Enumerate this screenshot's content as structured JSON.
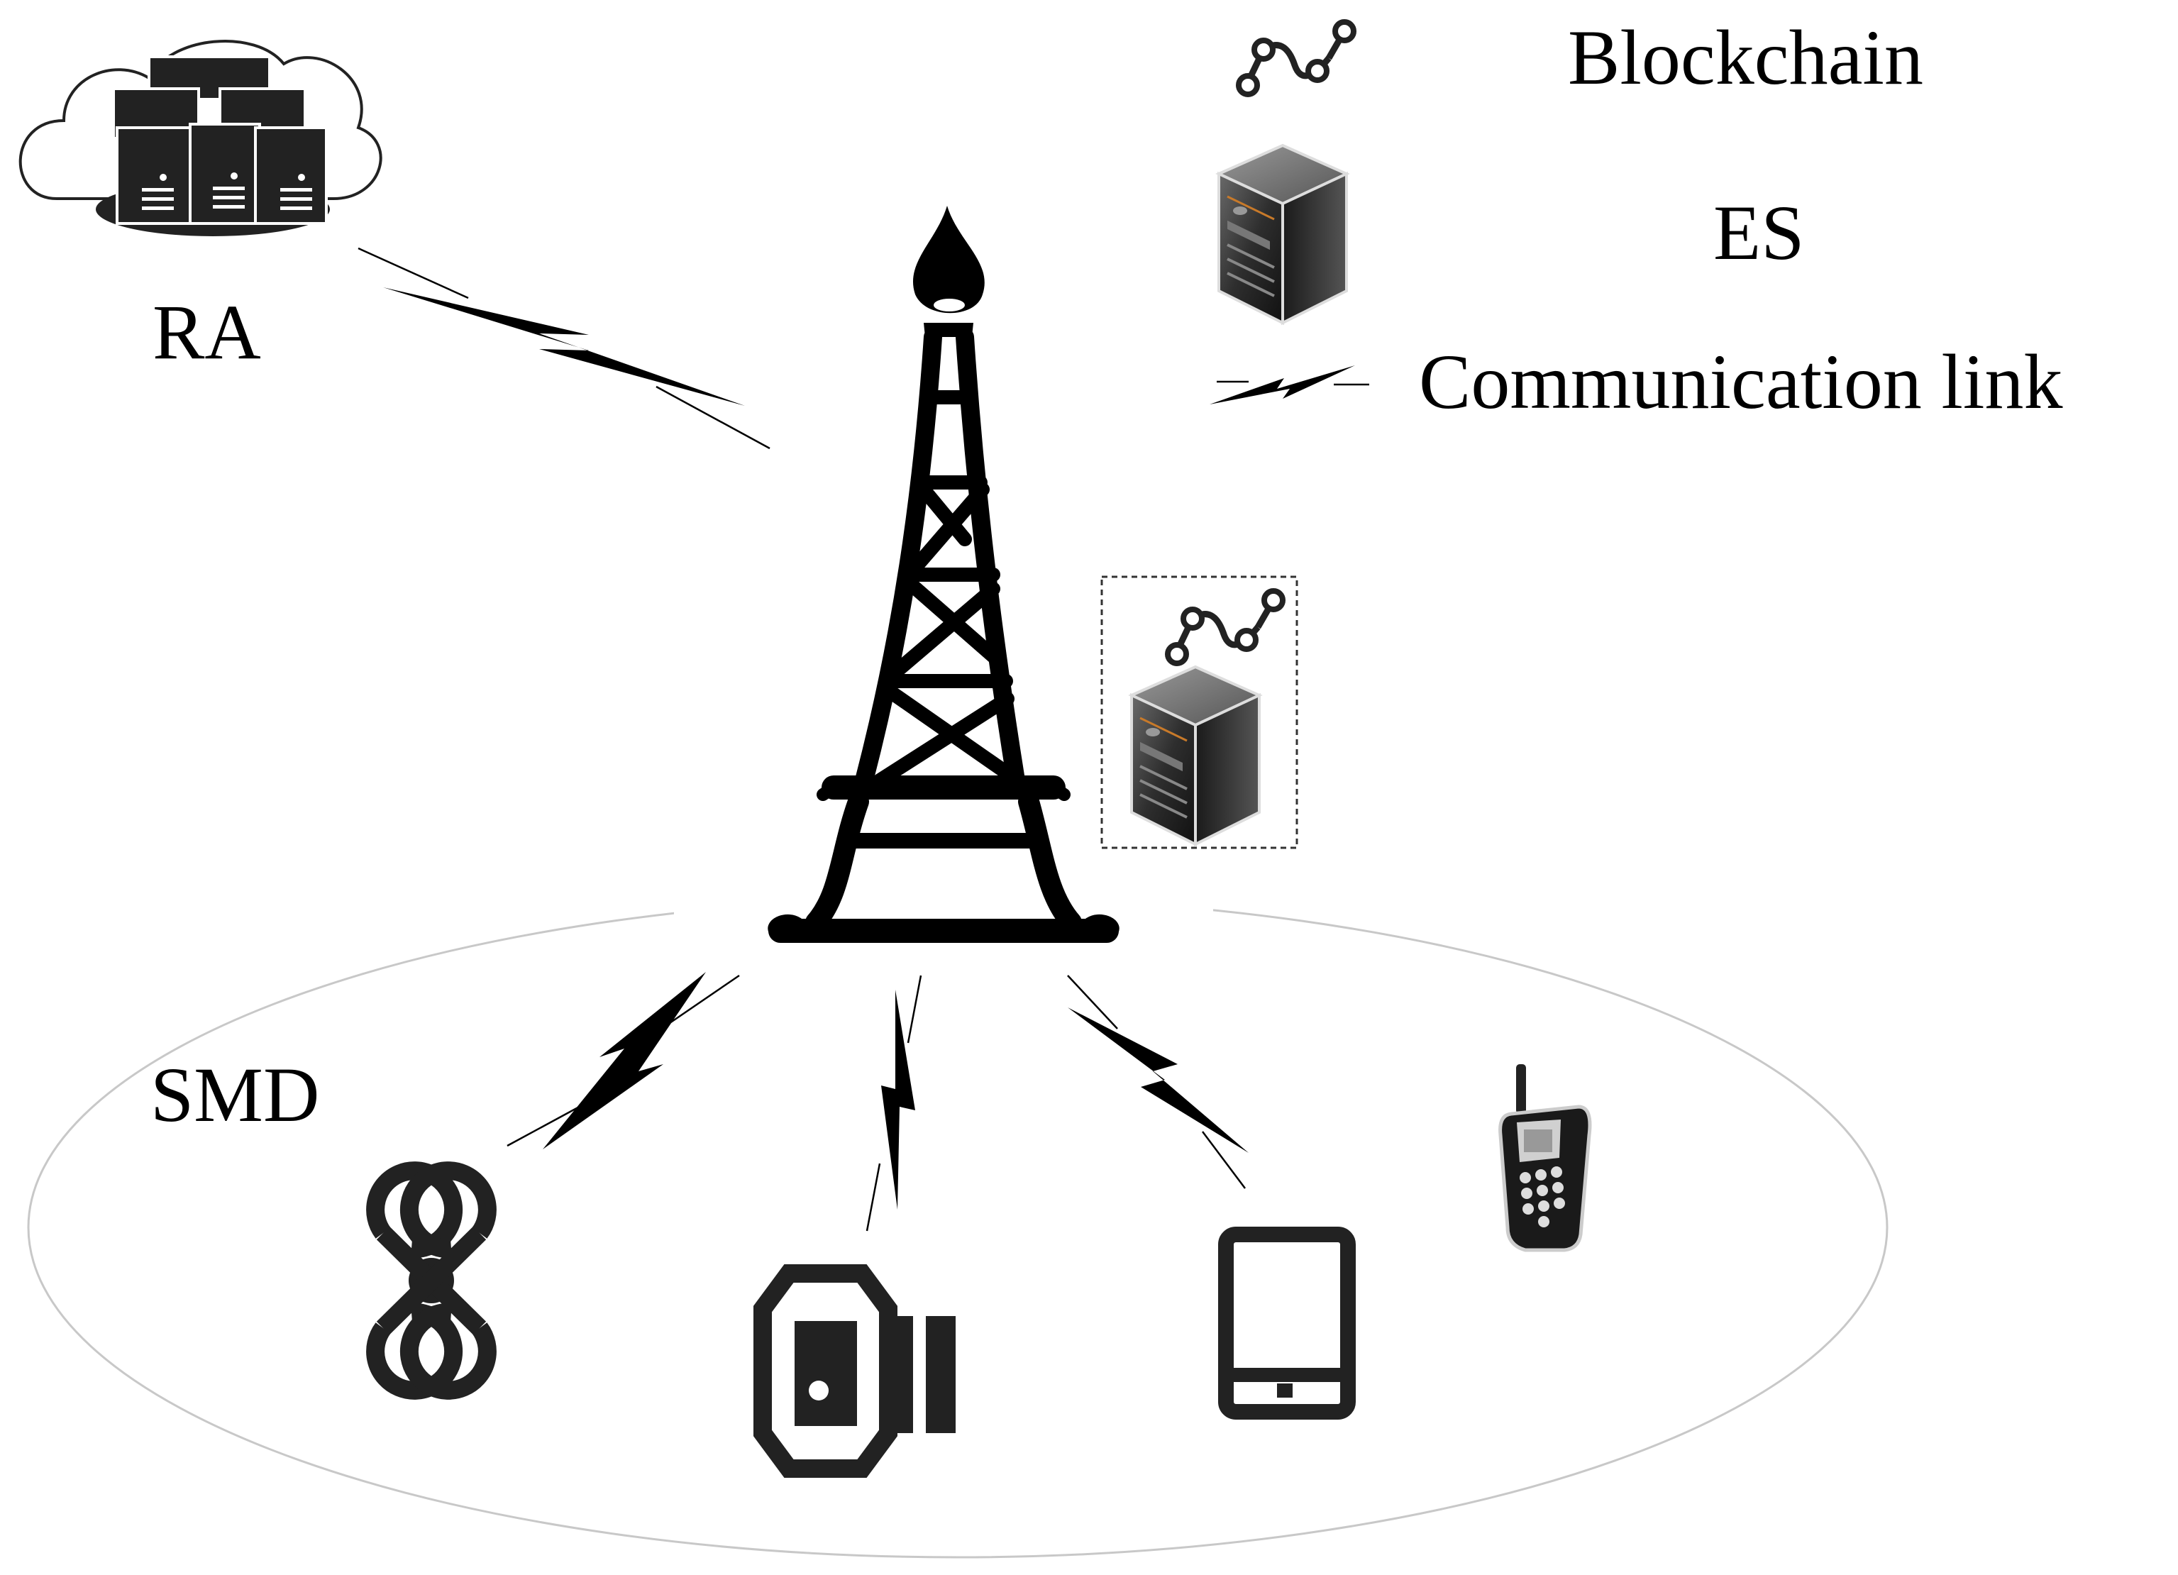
{
  "legend": {
    "blockchain_label": "Blockchain",
    "es_label": "ES",
    "link_label": "Communication link"
  },
  "nodes": {
    "ra_label": "RA",
    "smd_label": "SMD"
  },
  "icons": [
    "cloud-server-icon",
    "tower-icon",
    "edge-server-icon",
    "blockchain-icon",
    "drone-icon",
    "smartwatch-icon",
    "tablet-icon",
    "mobile-phone-icon",
    "lightning-link-icon"
  ],
  "colors": {
    "ink": "#000000",
    "ellipse": "#c8c8c8",
    "server_dark": "#3a3a3a"
  }
}
